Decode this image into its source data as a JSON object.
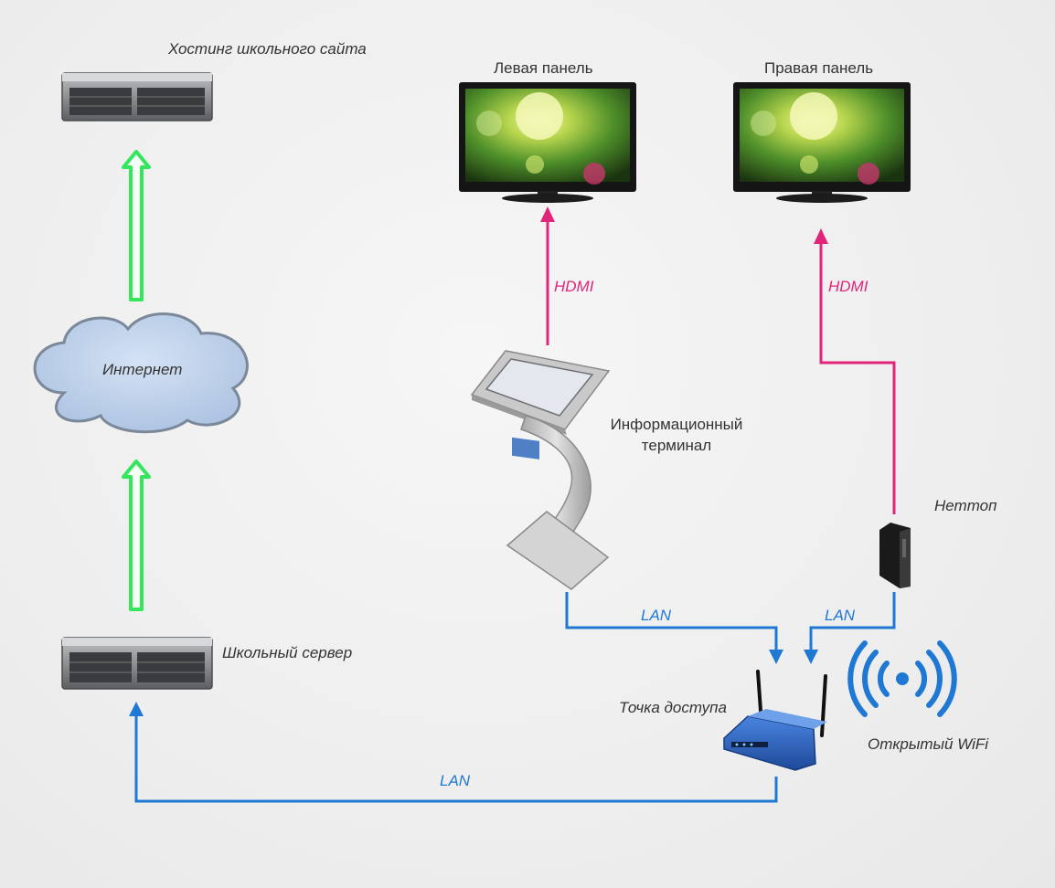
{
  "labels": {
    "hosting": "Хостинг школьного сайта",
    "internet": "Интернет",
    "school_server": "Школьный сервер",
    "left_panel": "Левая панель",
    "right_panel": "Правая панель",
    "info_terminal": "Информационный\nтерминал",
    "nettop": "Неттоп",
    "access_point": "Точка доступа",
    "open_wifi": "Открытый WiFi"
  },
  "connections": {
    "hdmi_left": "HDMI",
    "hdmi_right": "HDMI",
    "lan_terminal": "LAN",
    "lan_nettop": "LAN",
    "lan_server": "LAN"
  },
  "colors": {
    "hdmi": "#e0257a",
    "lan": "#1f79d4",
    "upload_arrow": "#33e65c",
    "cloud_fill": "#b8cde8",
    "router": "#2a5fb8"
  }
}
